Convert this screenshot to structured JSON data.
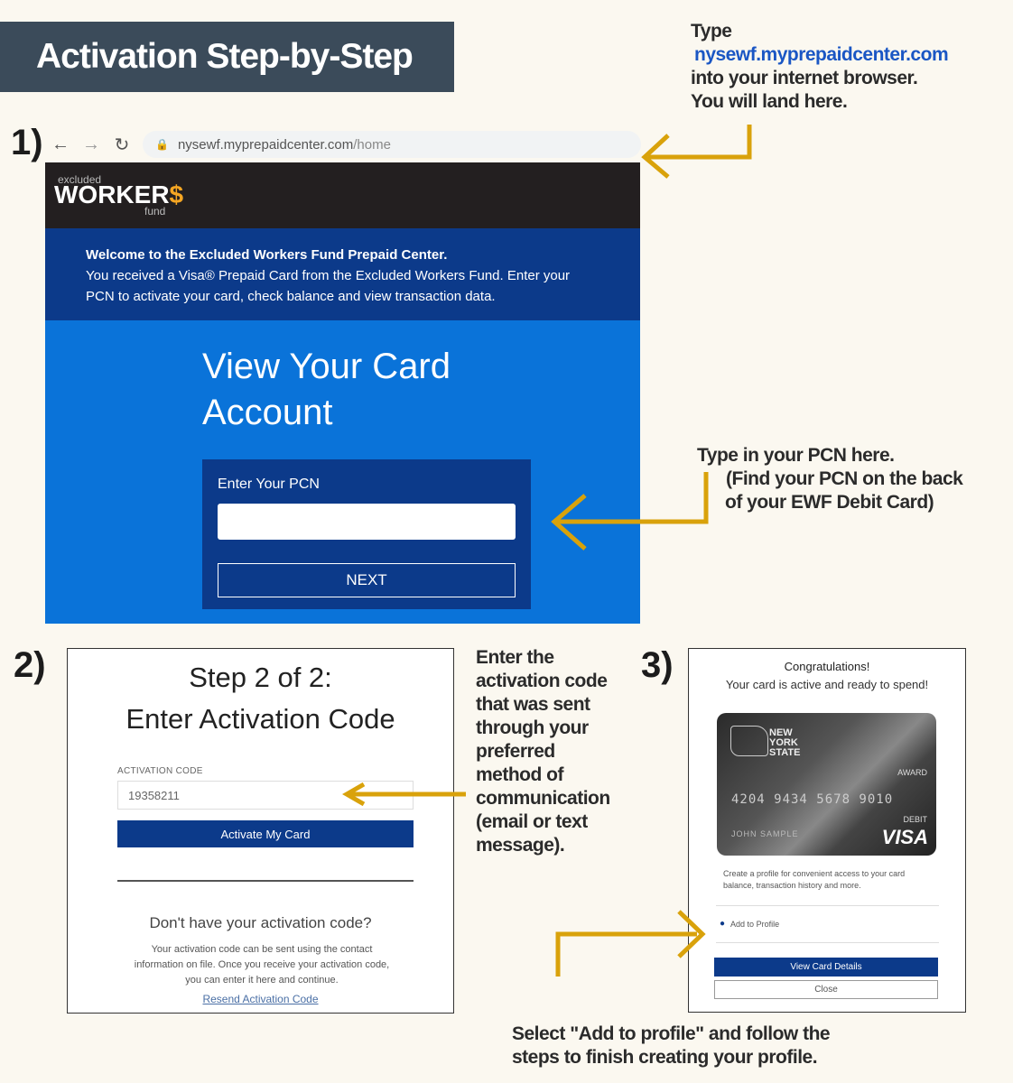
{
  "title": "Activation Step-by-Step",
  "steps": {
    "one": "1)",
    "two": "2)",
    "three": "3)"
  },
  "note_top": {
    "line1": "Type",
    "url": "nysewf.myprepaidcenter.com",
    "line3": "into your internet browser.",
    "line4": "You will land here."
  },
  "browser": {
    "back_icon": "arrow-left-icon",
    "forward_icon": "arrow-right-icon",
    "reload_icon": "reload-icon",
    "url_host": "nysewf.myprepaidcenter.com",
    "url_path": "/home"
  },
  "site": {
    "logo_small": "excluded",
    "logo_main": "WORKER",
    "logo_dollar": "$",
    "logo_fund": "fund",
    "welcome_bold": "Welcome to the Excluded Workers Fund Prepaid Center.",
    "welcome_line2": "You received a Visa® Prepaid Card from the Excluded Workers Fund. Enter your",
    "welcome_line3": "PCN to activate your card, check balance and view transaction data.",
    "hero_line1": "View Your Card",
    "hero_line2": "Account",
    "pcn_label": "Enter Your PCN",
    "pcn_value": "",
    "next_label": "NEXT"
  },
  "note_pcn": {
    "line1": "Type in your PCN here.",
    "line2": "(Find your PCN on the back",
    "line3": "of your EWF Debit Card)"
  },
  "step2": {
    "title_line1": "Step 2 of 2:",
    "title_line2": "Enter Activation Code",
    "code_label": "ACTIVATION CODE",
    "code_value": "19358211",
    "activate_label": "Activate My Card",
    "question": "Don't have your activation code?",
    "desc_line1": "Your activation code can be sent using the contact",
    "desc_line2": "information on file. Once you receive your activation code,",
    "desc_line3": "you can enter it here and continue.",
    "resend_label": "Resend Activation Code"
  },
  "note_code": {
    "lines": [
      "Enter the",
      "activation code",
      "that was sent",
      "through your",
      "preferred",
      "method of",
      "communication",
      "(email or text",
      "message)."
    ]
  },
  "step3": {
    "congrats": "Congratulations!",
    "ready": "Your card is active and ready to spend!",
    "card_state_1": "NEW",
    "card_state_2": "YORK",
    "card_state_3": "STATE",
    "card_award": "AWARD",
    "card_number": "4204 9434 5678 9010",
    "card_debit": "DEBIT",
    "card_brand": "VISA",
    "card_name": "JOHN SAMPLE",
    "desc_line1": "Create a profile for convenient access to your card",
    "desc_line2": "balance, transaction history and more.",
    "add_profile": "Add to Profile",
    "view_details": "View Card Details",
    "close": "Close"
  },
  "note_profile": {
    "line1": "Select \"Add to profile\" and follow the",
    "line2": "steps to finish creating your profile."
  },
  "colors": {
    "arrow": "#d9a20b",
    "navy": "#0c3a8a",
    "blue": "#0a73d9",
    "banner": "#3b4b5a"
  }
}
